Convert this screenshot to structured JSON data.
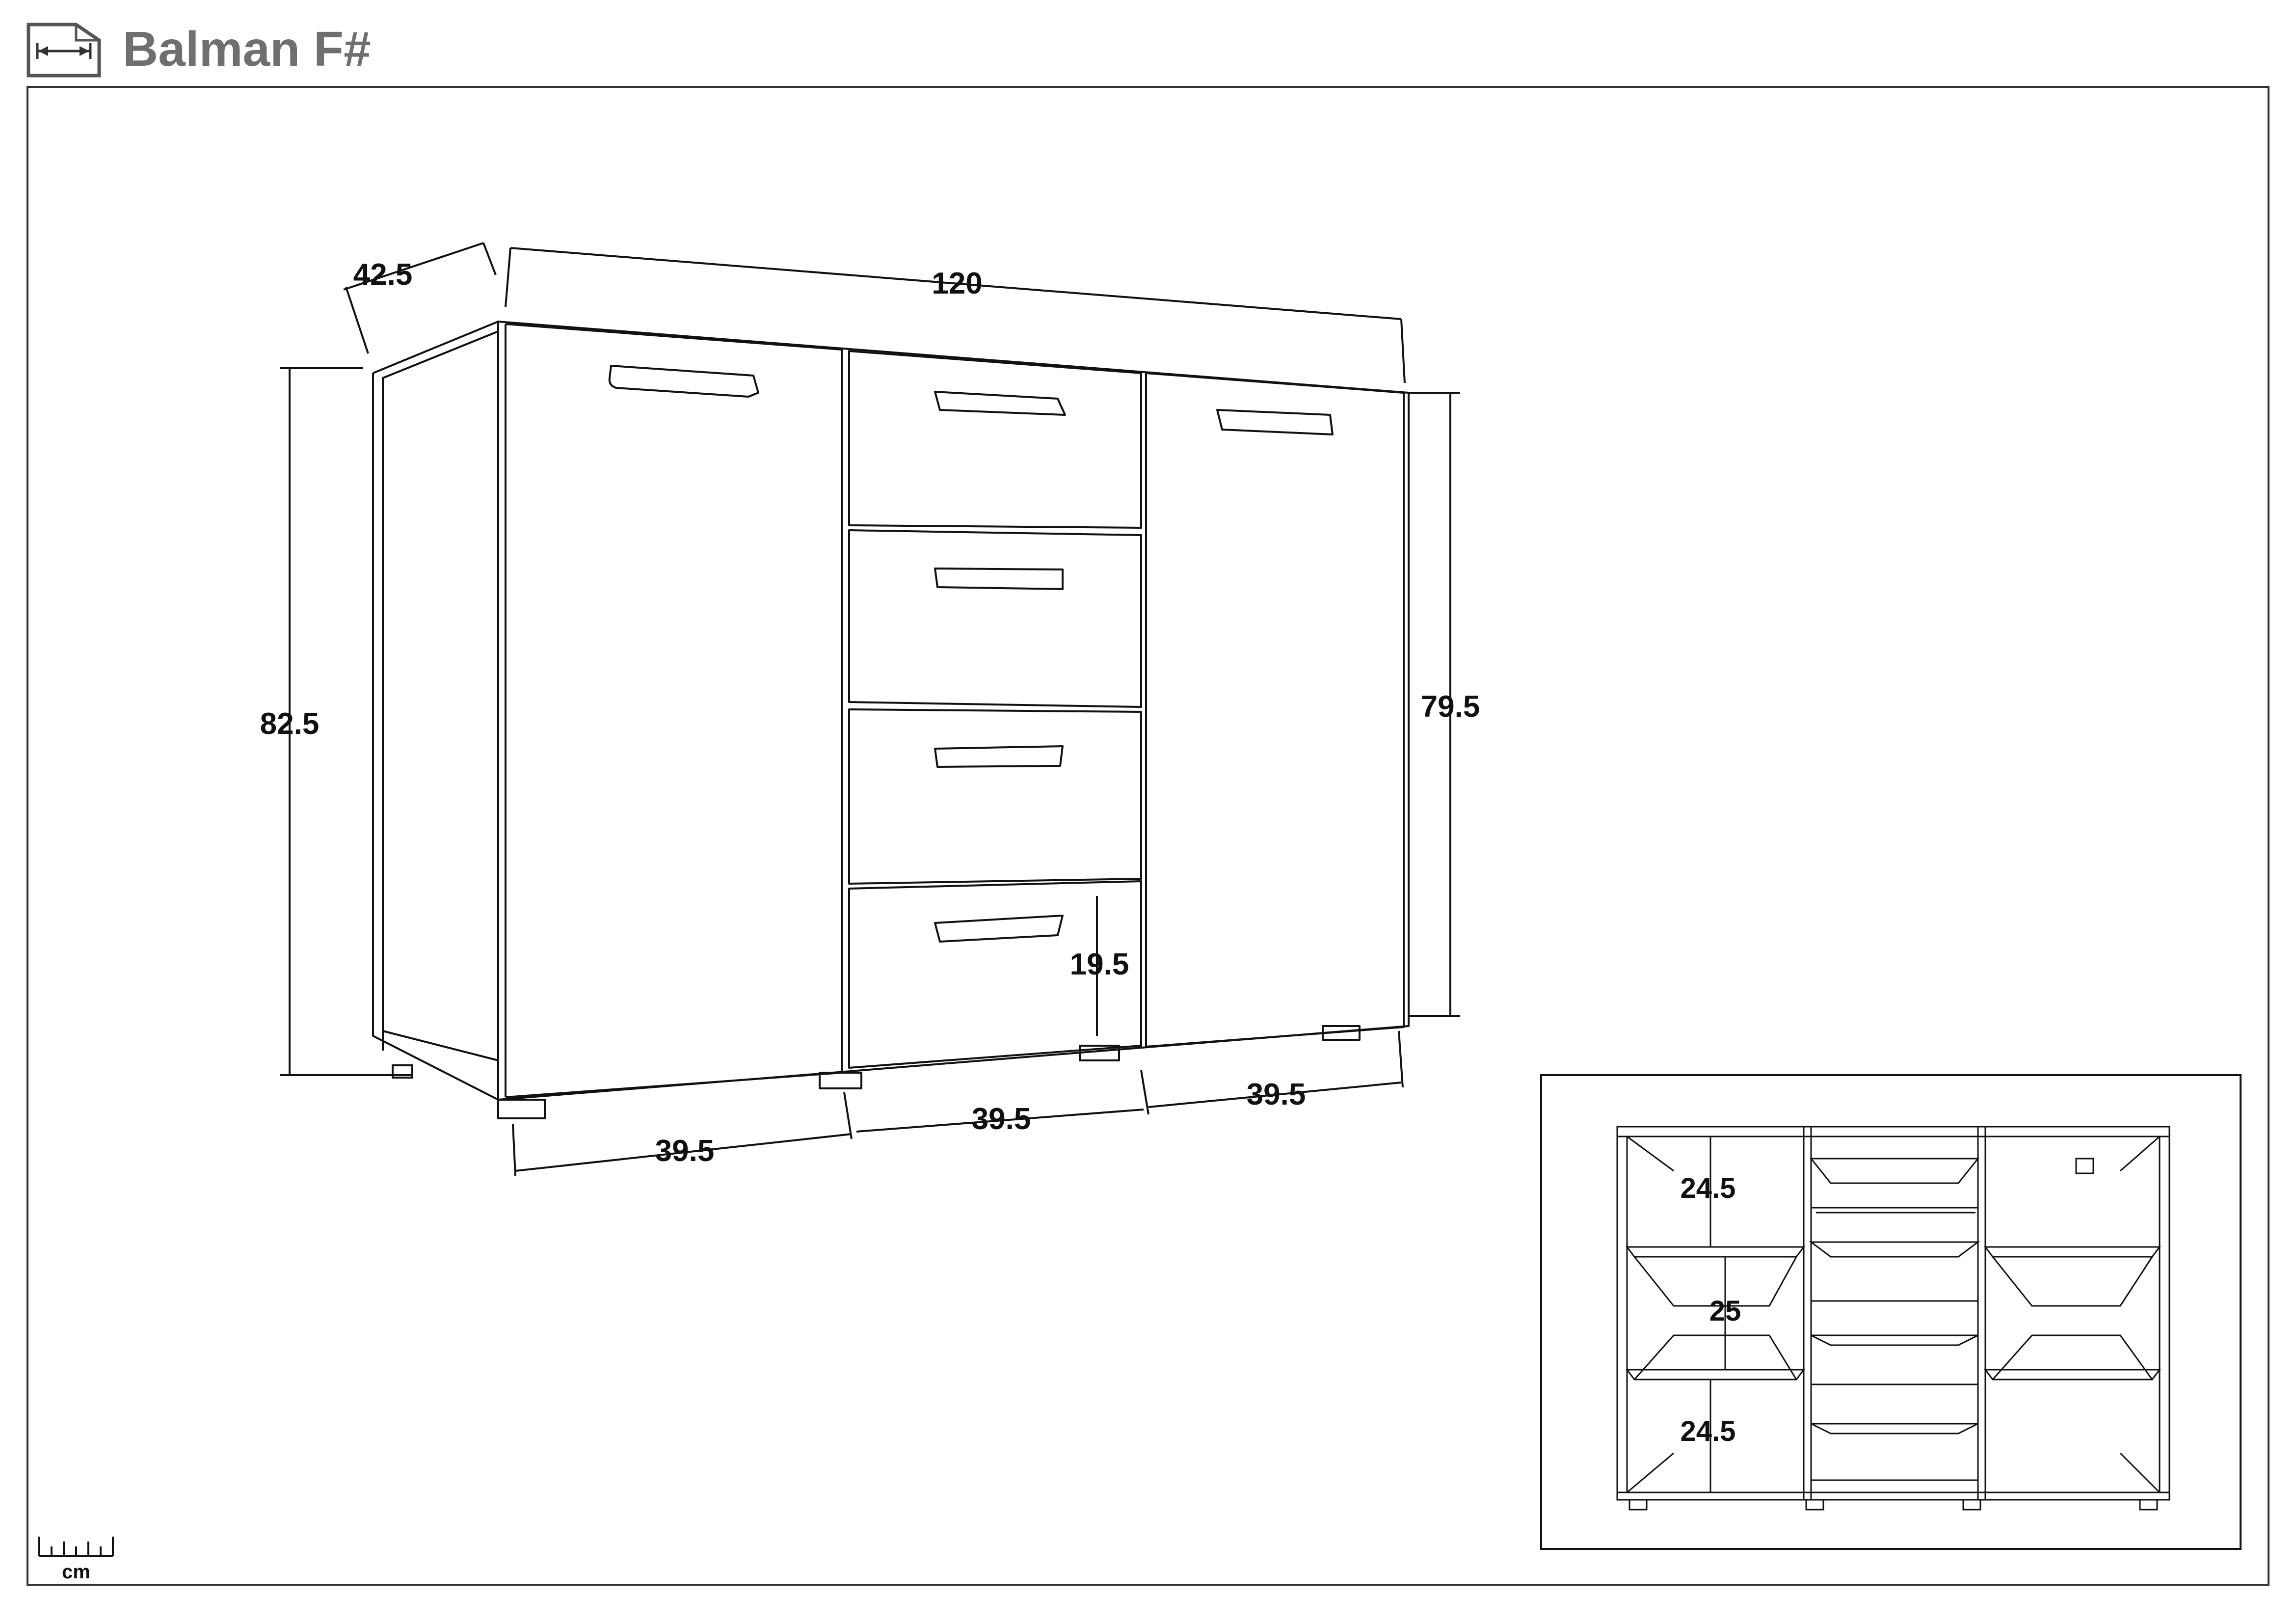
{
  "header": {
    "title": "Balman F#",
    "icon": "dimension-sheet-icon"
  },
  "main_view": {
    "dims": {
      "depth": "42.5",
      "width": "120",
      "height_total": "82.5",
      "height_body": "79.5",
      "drawer_height": "19.5",
      "section_left": "39.5",
      "section_middle": "39.5",
      "section_right": "39.5"
    }
  },
  "interior_view": {
    "dims": {
      "top_compartment": "24.5",
      "middle_compartment": "25",
      "bottom_compartment": "24.5"
    }
  },
  "scale": {
    "unit": "cm",
    "icon": "ruler-icon"
  }
}
